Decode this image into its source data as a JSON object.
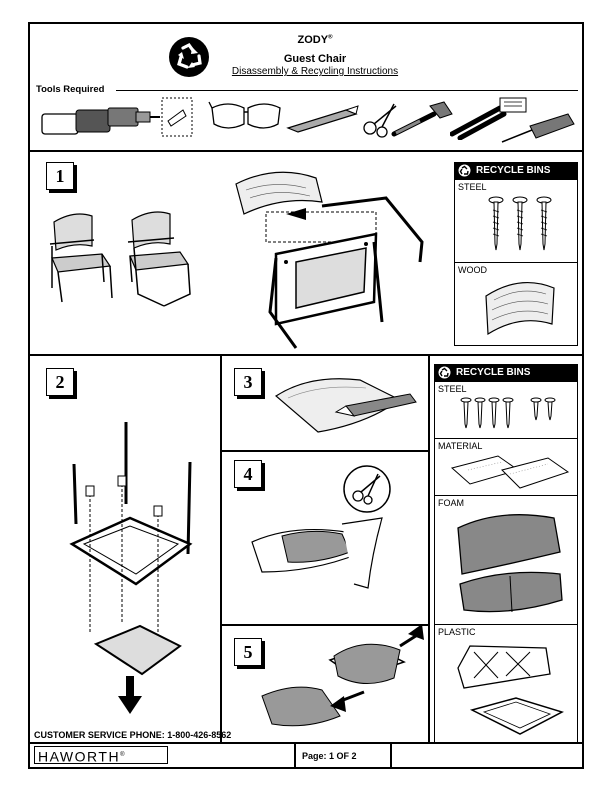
{
  "header": {
    "product": "ZODY",
    "registered": "®",
    "model": "Guest Chair",
    "subtitle": "Disassembly & Recycling Instructions",
    "tools_label": "Tools Required"
  },
  "steps": {
    "s1": "1",
    "s2": "2",
    "s3": "3",
    "s4": "4",
    "s5": "5"
  },
  "bins1": {
    "heading": "RECYCLE BINS",
    "steel": "STEEL",
    "wood": "WOOD"
  },
  "bins2": {
    "heading": "RECYCLE BINS",
    "steel": "STEEL",
    "material": "MATERIAL",
    "foam": "FOAM",
    "plastic": "PLASTIC"
  },
  "footer": {
    "service": "CUSTOMER SERVICE PHONE: 1-800-426-8562",
    "brand": "HAWORTH",
    "registered": "®",
    "page": "Page:  1 OF 2"
  },
  "icons": [
    "recycle-icon",
    "drill-icon",
    "safety-glasses-icon",
    "utility-knife-icon",
    "scissors-icon",
    "hammer-icon",
    "pliers-icon",
    "screwdriver-icon"
  ]
}
